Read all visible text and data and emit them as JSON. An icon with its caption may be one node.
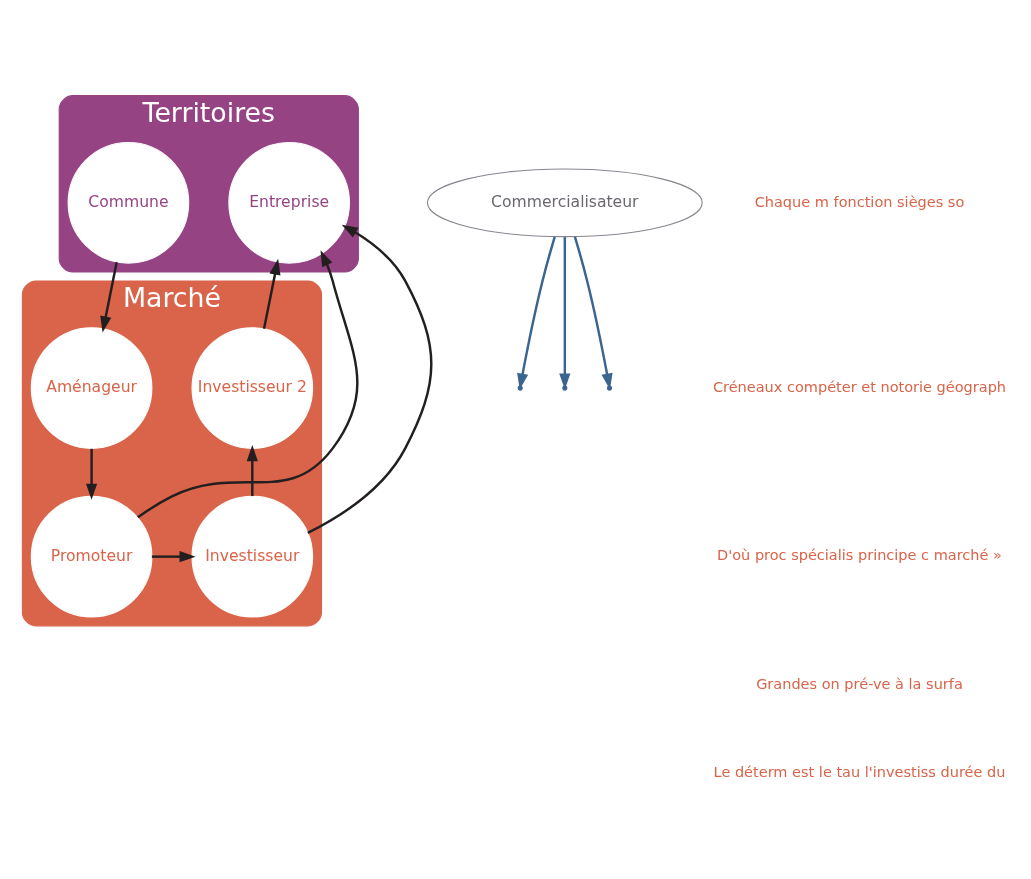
{
  "diagram": {
    "nodes": [
      {
        "text": [
          "Territoires"
        ]
      },
      {
        "text": [
          "Commune"
        ],
        "in": 0
      },
      {
        "text": [
          "Entreprise"
        ],
        "in": 0
      },
      {
        "text": [
          "Marché"
        ]
      },
      {
        "text": [
          "Aménageur"
        ],
        "in": 3
      },
      {
        "text": [
          "Investisseur 2"
        ],
        "in": 3
      },
      {
        "text": [
          "Promoteur"
        ],
        "in": 3
      },
      {
        "text": [
          "Investisseur"
        ],
        "in": 3
      },
      {
        "text": [
          "Commercialisateur"
        ]
      }
    ],
    "edges": [
      {
        "from": 1,
        "to": 4,
        "arrow": "to"
      },
      {
        "from": 4,
        "to": 6,
        "arrow": "to"
      },
      {
        "from": 6,
        "to": 2,
        "arrow": "to"
      },
      {
        "from": 7,
        "to": 2,
        "arrow": "to"
      },
      {
        "from": 5,
        "to": 2,
        "arrow": "to"
      },
      {
        "from": 6,
        "to": 7,
        "arrow": "to"
      },
      {
        "from": 7,
        "to": 5,
        "arrow": "to"
      },
      {
        "from": 8,
        "to": null,
        "arrow": "to",
        "color": "#3a6590"
      },
      {
        "from": 8,
        "to": null,
        "arrow": "to",
        "color": "#3a6590"
      },
      {
        "from": 8,
        "to": null,
        "arrow": "to",
        "color": "#3a6590"
      }
    ],
    "labels": [
      "Chaque m fonction sièges so",
      "Créneaux compéter et notorie géograph",
      "D'où proc spécialis principe c marché »",
      "Grandes on pré-ve à la surfa",
      "Le déterm est le tau l'investiss durée du"
    ]
  }
}
